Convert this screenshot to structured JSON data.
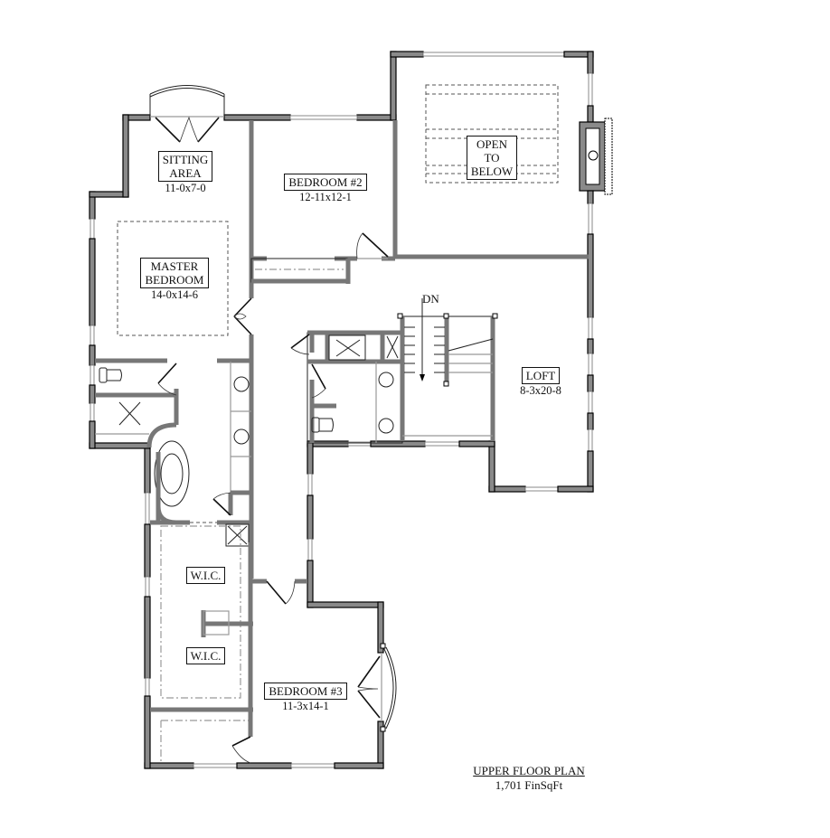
{
  "plan": {
    "title": "UPPER FLOOR PLAN",
    "area": "1,701 FinSqFt"
  },
  "rooms": {
    "sitting_area": {
      "name": "SITTING AREA",
      "line1": "SITTING",
      "line2": "AREA",
      "dims": "11-0x7-0"
    },
    "master_bedroom": {
      "name": "MASTER BEDROOM",
      "line1": "MASTER",
      "line2": "BEDROOM",
      "dims": "14-0x14-6"
    },
    "bedroom2": {
      "name": "BEDROOM #2",
      "dims": "12-11x12-1"
    },
    "open_to_below": {
      "line1": "OPEN",
      "line2": "TO",
      "line3": "BELOW"
    },
    "loft": {
      "name": "LOFT",
      "dims": "8-3x20-8"
    },
    "stairs": {
      "label": "DN"
    },
    "wic_upper": {
      "name": "W.I.C."
    },
    "wic_lower": {
      "name": "W.I.C."
    },
    "bedroom3": {
      "name": "BEDROOM #3",
      "dims": "11-3x14-1"
    }
  },
  "colors": {
    "wall_fill": "#8a8a8a",
    "outline": "#000000",
    "background": "#ffffff"
  }
}
